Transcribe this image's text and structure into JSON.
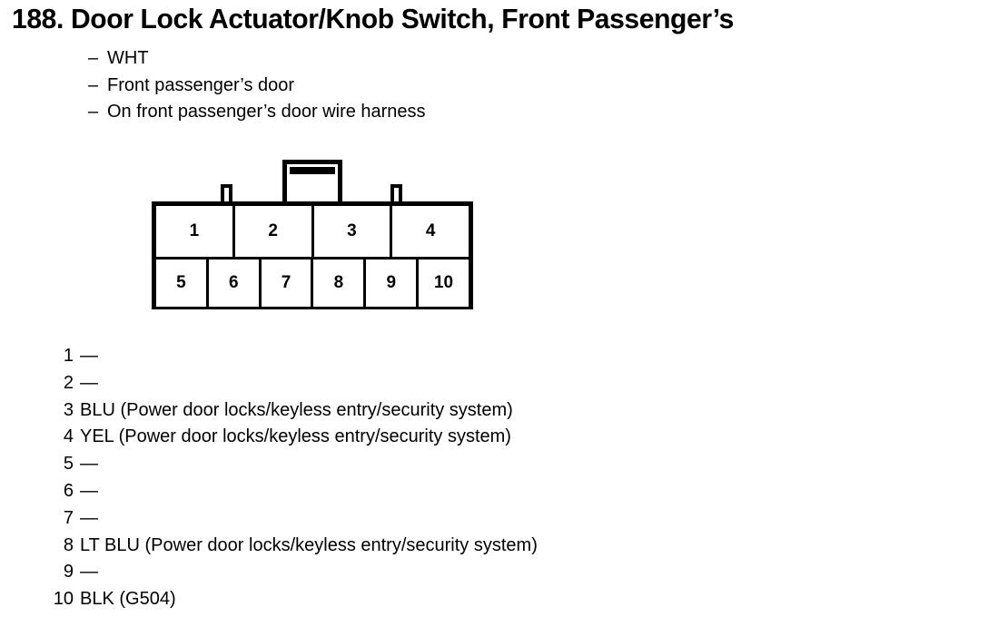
{
  "title": "188. Door Lock Actuator/Knob Switch, Front Passenger’s",
  "subheader": {
    "dash": "–",
    "lines": [
      "WHT",
      "Front passenger’s door",
      "On front passenger’s door wire harness"
    ]
  },
  "connector": {
    "top_row": [
      "1",
      "2",
      "3",
      "4"
    ],
    "bottom_row": [
      "5",
      "6",
      "7",
      "8",
      "9",
      "10"
    ]
  },
  "pins": [
    {
      "num": "1",
      "desc": "—"
    },
    {
      "num": "2",
      "desc": "—"
    },
    {
      "num": "3",
      "desc": "BLU (Power door locks/keyless entry/security system)"
    },
    {
      "num": "4",
      "desc": "YEL (Power door locks/keyless entry/security system)"
    },
    {
      "num": "5",
      "desc": "—"
    },
    {
      "num": "6",
      "desc": "—"
    },
    {
      "num": "7",
      "desc": "—"
    },
    {
      "num": "8",
      "desc": "LT BLU (Power door locks/keyless entry/security system)"
    },
    {
      "num": "9",
      "desc": "—"
    },
    {
      "num": "10",
      "desc": "BLK (G504)"
    }
  ]
}
